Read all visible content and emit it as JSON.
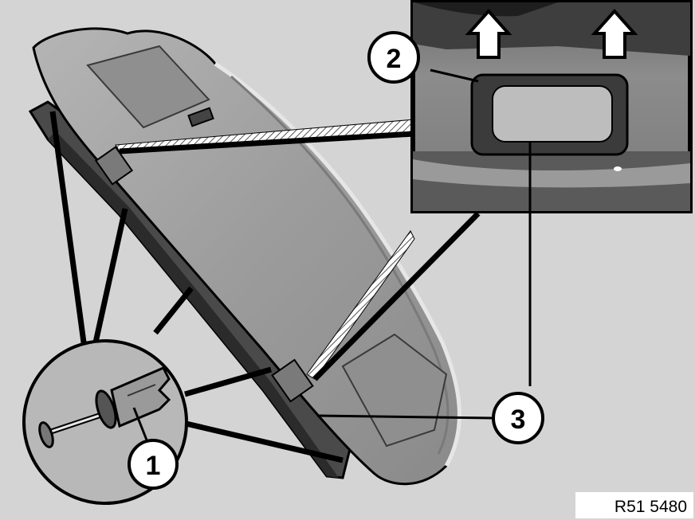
{
  "diagram": {
    "reference_code": "R51 5480",
    "callouts": [
      {
        "id": "1",
        "label": "1"
      },
      {
        "id": "2",
        "label": "2"
      },
      {
        "id": "3",
        "label": "3"
      }
    ],
    "colors": {
      "background": "#d4d4d4",
      "shelf": "#9e9e9e",
      "shelf_dark": "#5e5e5e",
      "inset": "#7a7a7a",
      "outline": "#000000",
      "callout_fill": "#ffffff"
    }
  }
}
